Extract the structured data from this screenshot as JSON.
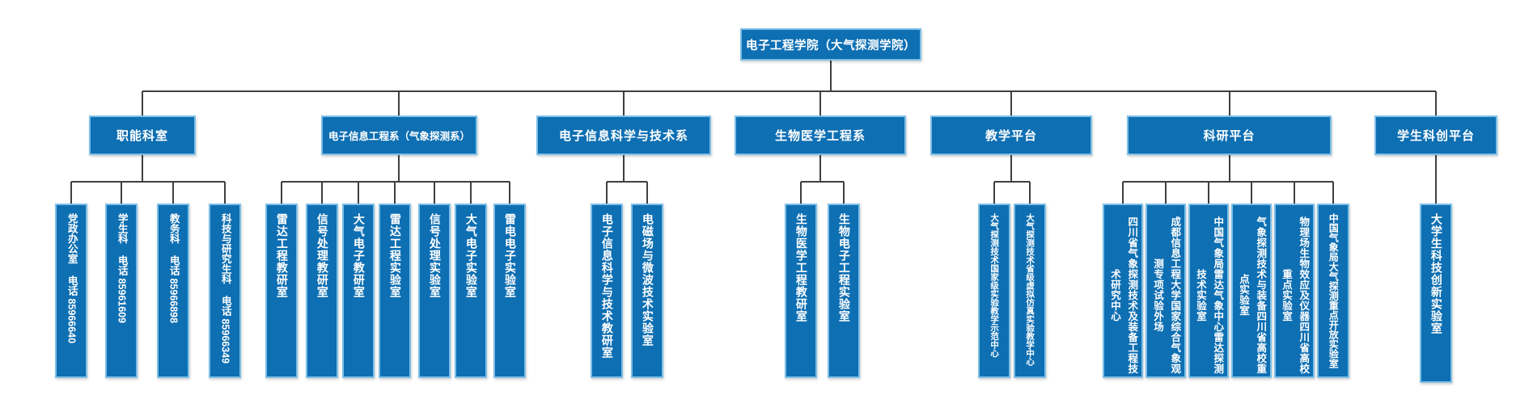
{
  "org": {
    "root": {
      "label": "电子工程学院（大气探测学院）"
    },
    "departments": [
      {
        "label": "职能科室",
        "children": [
          {
            "label": "党政办公室",
            "phone": "电话 85966640"
          },
          {
            "label": "学生科",
            "phone": "电话 85961609"
          },
          {
            "label": "教务科",
            "phone": "电话 85966898"
          },
          {
            "label": "科技与研究生科",
            "phone": "电话 85966349"
          }
        ]
      },
      {
        "label": "电子信息工程系（气象探测系）",
        "children": [
          {
            "label": "雷达工程教研室"
          },
          {
            "label": "信号处理教研室"
          },
          {
            "label": "大气电子教研室"
          },
          {
            "label": "雷达工程实验室"
          },
          {
            "label": "信号处理实验室"
          },
          {
            "label": "大气电子实验室"
          },
          {
            "label": "雷电电子实验室"
          }
        ]
      },
      {
        "label": "电子信息科学与技术系",
        "children": [
          {
            "label": "电子信息科学与技术教研室"
          },
          {
            "label": "电磁场与微波技术实验室"
          }
        ]
      },
      {
        "label": "生物医学工程系",
        "children": [
          {
            "label": "生物医学工程教研室"
          },
          {
            "label": "生物电子工程实验室"
          }
        ]
      },
      {
        "label": "教学平台",
        "children": [
          {
            "label": "大气探测技术国家级实验教学示范中心"
          },
          {
            "label": "大气探测技术省级虚拟仿真实验教学中心"
          }
        ]
      },
      {
        "label": "科研平台",
        "children": [
          {
            "label": "四川省气象探测技术及装备工程技术研究中心"
          },
          {
            "label": "成都信息工程大学国家综合气象观测专项试验外场"
          },
          {
            "label": "中国气象局雷达气象中心雷达探测技术实验室"
          },
          {
            "label": "气象探测技术与装备四川省高校重点实验室"
          },
          {
            "label": "物理场生物效应及仪器四川省高校重点实验室"
          },
          {
            "label": "中国气象局大气探测重点开放实验室"
          }
        ]
      },
      {
        "label": "学生科创平台",
        "children": [
          {
            "label": "大学生科技创新实验室"
          }
        ]
      }
    ]
  },
  "colors": {
    "box_fill": "#0e6fb3",
    "box_border": "#7dbfe7",
    "connector_line": "#3f3f3f",
    "text": "#ffffff",
    "background": "#ffffff"
  }
}
